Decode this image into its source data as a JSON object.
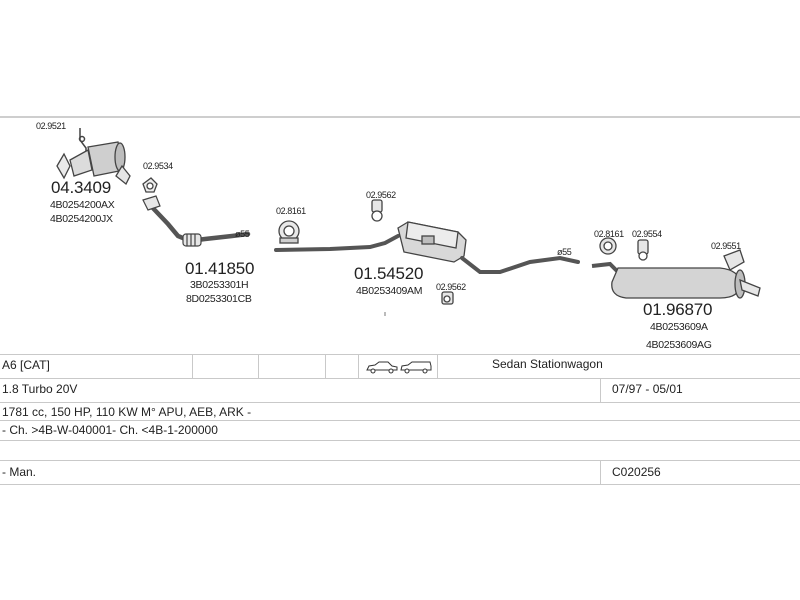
{
  "parts": {
    "catalyst": {
      "number": "04.3409",
      "oem": [
        "4B0254200AX",
        "4B0254200JX"
      ],
      "mount": "02.9521"
    },
    "front_pipe": {
      "number": "01.41850",
      "oem": [
        "3B0253301H",
        "8D0253301CB"
      ],
      "mount": "02.9534"
    },
    "middle_muffler": {
      "number": "01.54520",
      "oem": [
        "4B0253409AM"
      ],
      "mounts": [
        "02.9562",
        "02.9562"
      ]
    },
    "rear_muffler": {
      "number": "01.96870",
      "oem": [
        "4B0253609A",
        "4B0253609AG"
      ],
      "mounts": [
        "02.8161",
        "02.9554",
        "02.9551"
      ]
    },
    "clamp_front": "02.8161",
    "diameter_1": "ø55",
    "diameter_2": "ø55"
  },
  "vehicle": {
    "model": "A6  [CAT]",
    "body": "Sedan  Stationwagon",
    "engine": "1.8 Turbo 20V",
    "years": "07/97 - 05/01",
    "specs": "1781 cc, 150 HP, 110 KW M° APU, AEB, ARK -",
    "chassis": "- Ch. >4B-W-040001- Ch. <4B-1-200000",
    "transmission": "- Man.",
    "code": "C020256"
  },
  "icons": [
    "sedan-icon",
    "stationwagon-icon"
  ]
}
